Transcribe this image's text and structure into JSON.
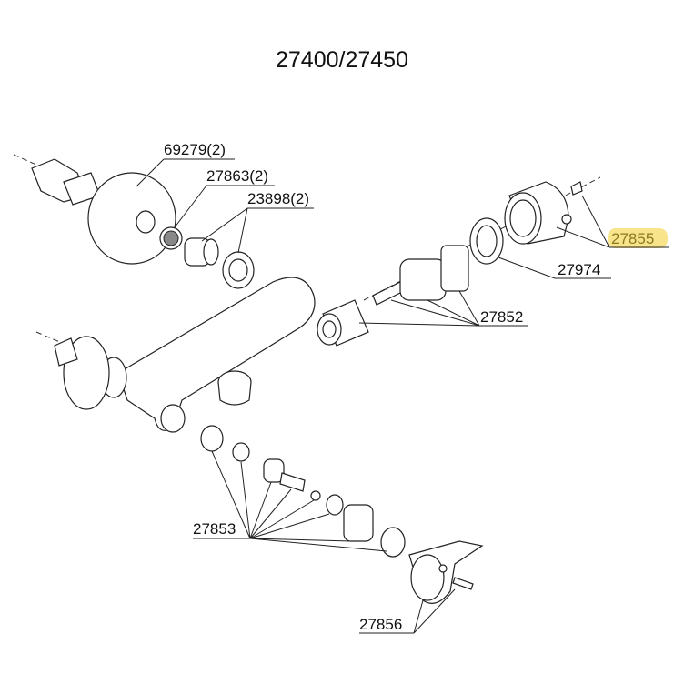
{
  "title": "27400/27450",
  "highlight_color": "#f8e48a",
  "highlight_text_color": "#8c7a22",
  "labels": {
    "p69279": "69279(2)",
    "p27863": "27863(2)",
    "p23898": "23898(2)",
    "p27855": "27855",
    "p27974": "27974",
    "p27852": "27852",
    "p27853": "27853",
    "p27856": "27856"
  }
}
